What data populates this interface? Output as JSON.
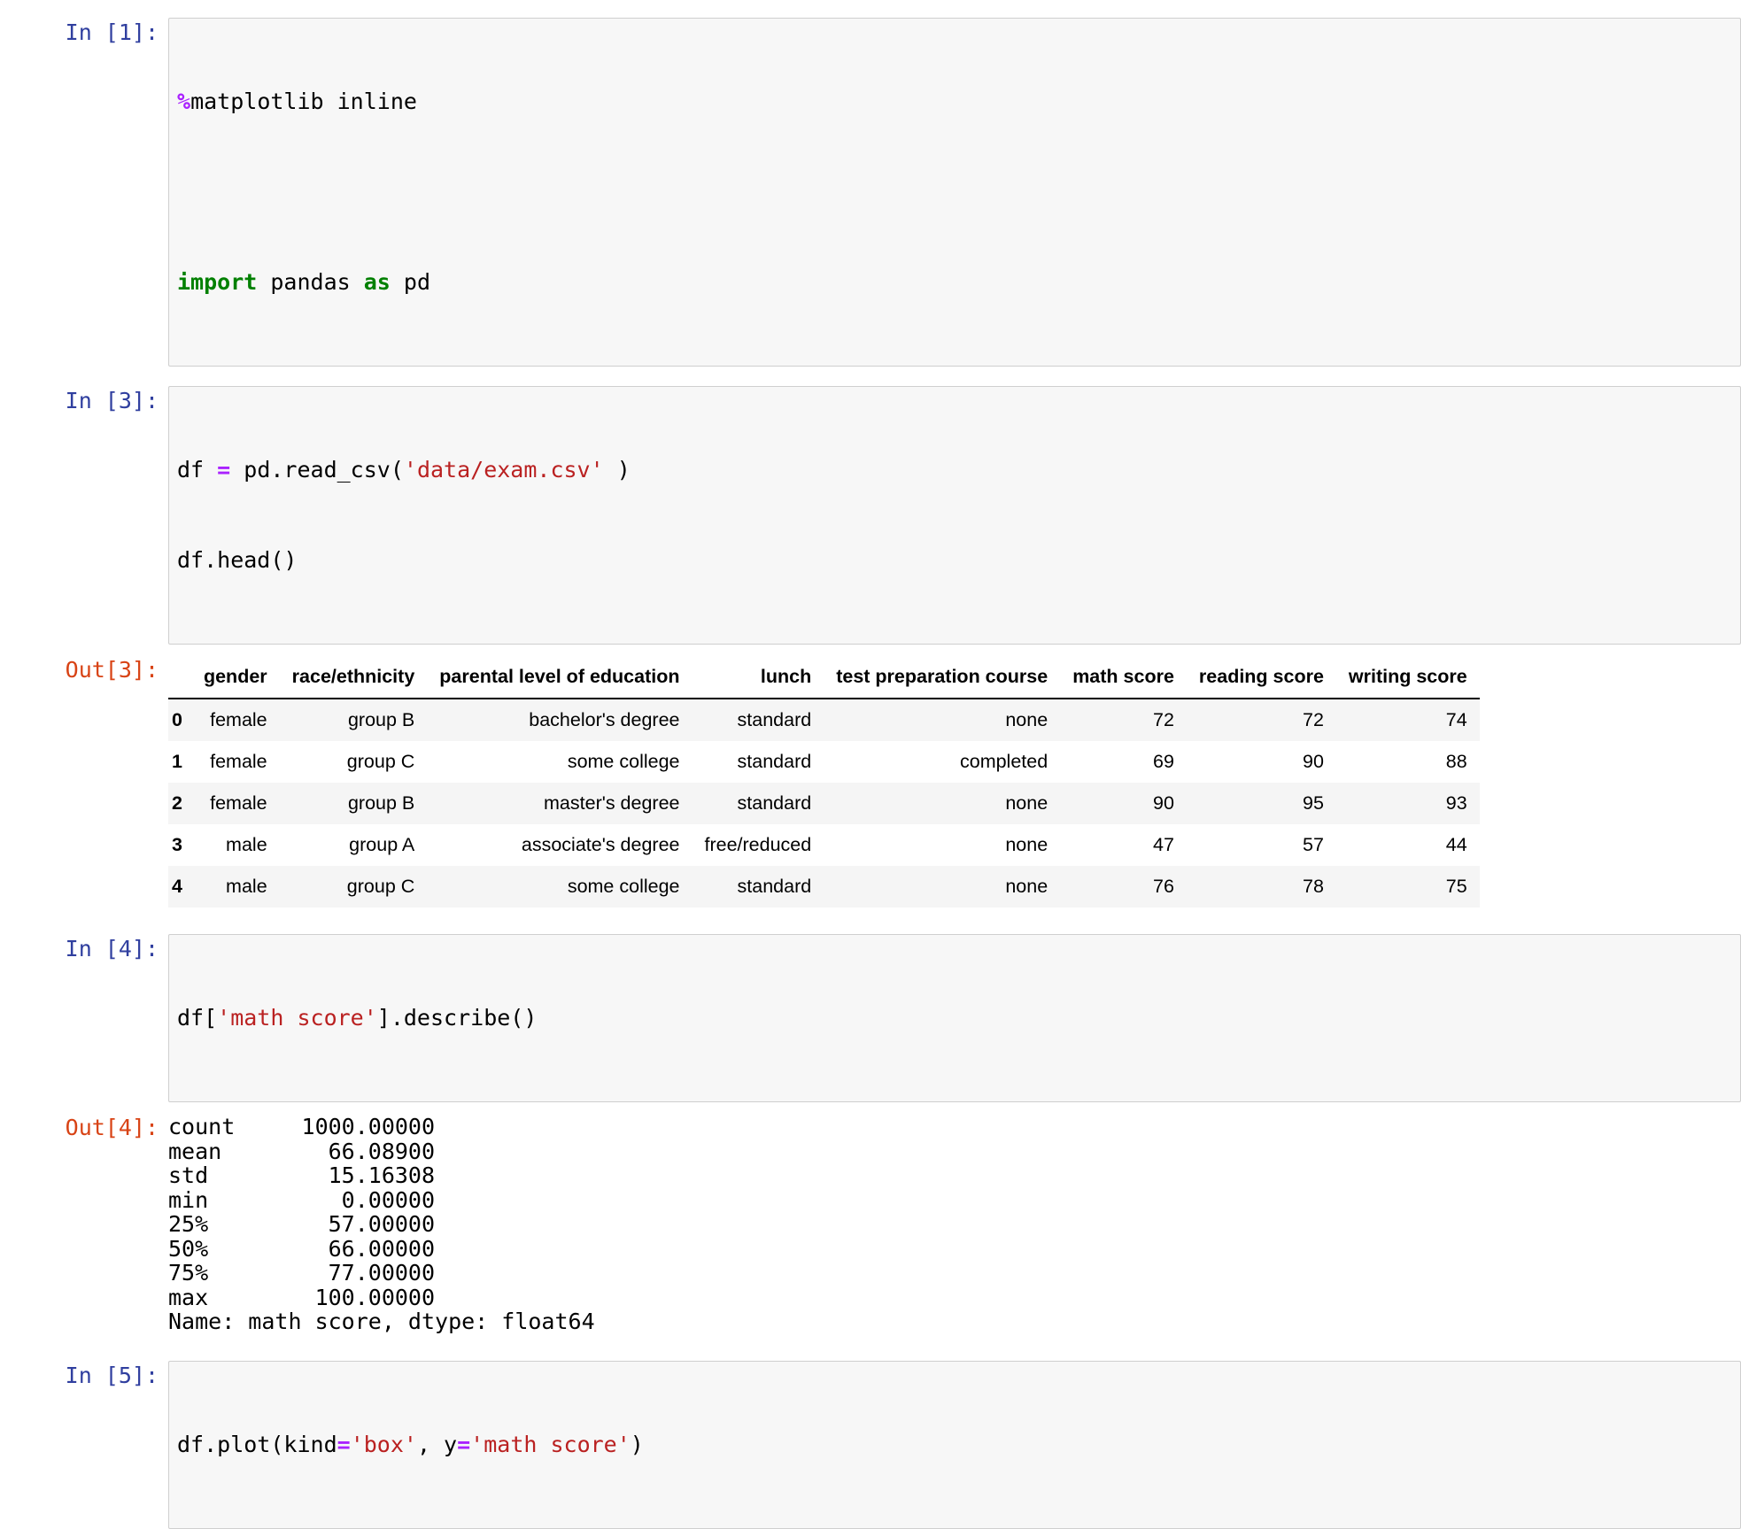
{
  "notebook": {
    "cells": [
      {
        "kind": "code",
        "prompt": "In [1]:",
        "lines": [
          "%matplotlib inline",
          "",
          "import pandas as pd"
        ]
      },
      {
        "kind": "code",
        "prompt": "In [3]:",
        "lines": [
          "df = pd.read_csv('data/exam.csv' )",
          "df.head()"
        ]
      },
      {
        "kind": "dataframe",
        "prompt": "Out[3]:"
      },
      {
        "kind": "code",
        "prompt": "In [4]:",
        "lines": [
          "df['math score'].describe()"
        ]
      },
      {
        "kind": "text",
        "prompt": "Out[4]:"
      },
      {
        "kind": "code",
        "prompt": "In [5]:",
        "lines": [
          "df.plot(kind='box', y='math score')"
        ]
      }
    ]
  },
  "cell1": {
    "prompt": "In [1]:",
    "line1_magic": "%",
    "line1_rest": "matplotlib inline",
    "line3_kw1": "import",
    "line3_mid": " pandas ",
    "line3_kw2": "as",
    "line3_end": " pd"
  },
  "cell3": {
    "prompt": "In [3]:",
    "l1_a": "df ",
    "l1_eq": "=",
    "l1_b": " pd.read_csv(",
    "l1_str": "'data/exam.csv'",
    "l1_c": " )",
    "l2": "df.head()"
  },
  "out3": {
    "prompt": "Out[3]:",
    "table": {
      "index_header": "",
      "columns": [
        "gender",
        "race/ethnicity",
        "parental level of education",
        "lunch",
        "test preparation course",
        "math score",
        "reading score",
        "writing score"
      ],
      "rows": [
        {
          "index": "0",
          "cells": [
            "female",
            "group B",
            "bachelor's degree",
            "standard",
            "none",
            "72",
            "72",
            "74"
          ]
        },
        {
          "index": "1",
          "cells": [
            "female",
            "group C",
            "some college",
            "standard",
            "completed",
            "69",
            "90",
            "88"
          ]
        },
        {
          "index": "2",
          "cells": [
            "female",
            "group B",
            "master's degree",
            "standard",
            "none",
            "90",
            "95",
            "93"
          ]
        },
        {
          "index": "3",
          "cells": [
            "male",
            "group A",
            "associate's degree",
            "free/reduced",
            "none",
            "47",
            "57",
            "44"
          ]
        },
        {
          "index": "4",
          "cells": [
            "male",
            "group C",
            "some college",
            "standard",
            "none",
            "76",
            "78",
            "75"
          ]
        }
      ]
    }
  },
  "cell4": {
    "prompt": "In [4]:",
    "l1_a": "df[",
    "l1_str": "'math score'",
    "l1_b": "].describe()"
  },
  "out4": {
    "prompt": "Out[4]:",
    "stats": [
      {
        "label": "count",
        "value": "1000.00000"
      },
      {
        "label": "mean",
        "value": "66.08900"
      },
      {
        "label": "std",
        "value": "15.16308"
      },
      {
        "label": "min",
        "value": "0.00000"
      },
      {
        "label": "25%",
        "value": "57.00000"
      },
      {
        "label": "50%",
        "value": "66.00000"
      },
      {
        "label": "75%",
        "value": "77.00000"
      },
      {
        "label": "max",
        "value": "100.00000"
      }
    ],
    "footer": "Name: math score, dtype: float64",
    "text": "count     1000.00000\nmean        66.08900\nstd         15.16308\nmin          0.00000\n25%         57.00000\n50%         66.00000\n75%         77.00000\nmax        100.00000\nName: math score, dtype: float64"
  },
  "cell5": {
    "prompt": "In [5]:",
    "l1_a": "df.plot(kind",
    "l1_eq1": "=",
    "l1_str1": "'box'",
    "l1_mid": ", y",
    "l1_eq2": "=",
    "l1_str2": "'math score'",
    "l1_end": ")"
  },
  "colors": {
    "prompt_in": "#303f9f",
    "prompt_out": "#d84315",
    "code_bg": "#f7f7f7",
    "code_border": "#cfcfcf",
    "string": "#ba2121",
    "keyword": "#008000",
    "operator": "#aa22ff",
    "row_stripe": "#f5f5f5",
    "text": "#000000"
  }
}
